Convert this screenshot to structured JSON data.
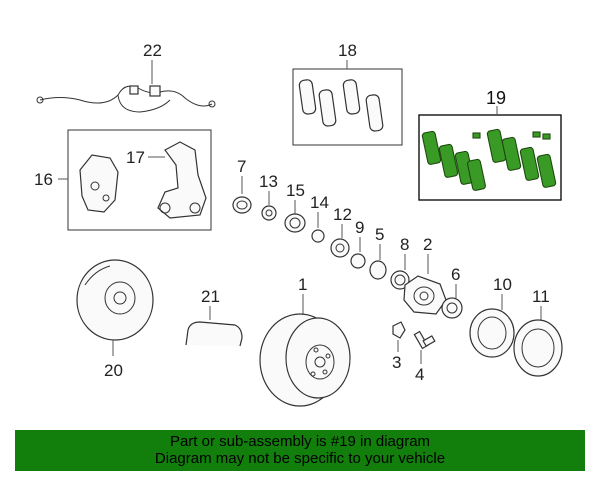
{
  "diagram": {
    "labels": {
      "l1": "1",
      "l2": "2",
      "l3": "3",
      "l4": "4",
      "l5": "5",
      "l6": "6",
      "l7": "7",
      "l8": "8",
      "l9": "9",
      "l10": "10",
      "l11": "11",
      "l12": "12",
      "l13": "13",
      "l14": "14",
      "l15": "15",
      "l16": "16",
      "l17": "17",
      "l18": "18",
      "l19": "19",
      "l20": "20",
      "l21": "21",
      "l22": "22"
    },
    "highlight_color": "#3a9a26"
  },
  "banner": {
    "line1": "Part or sub-assembly is #19 in diagram",
    "line2": "Diagram may not be specific to your vehicle",
    "background": "#127f0c"
  }
}
